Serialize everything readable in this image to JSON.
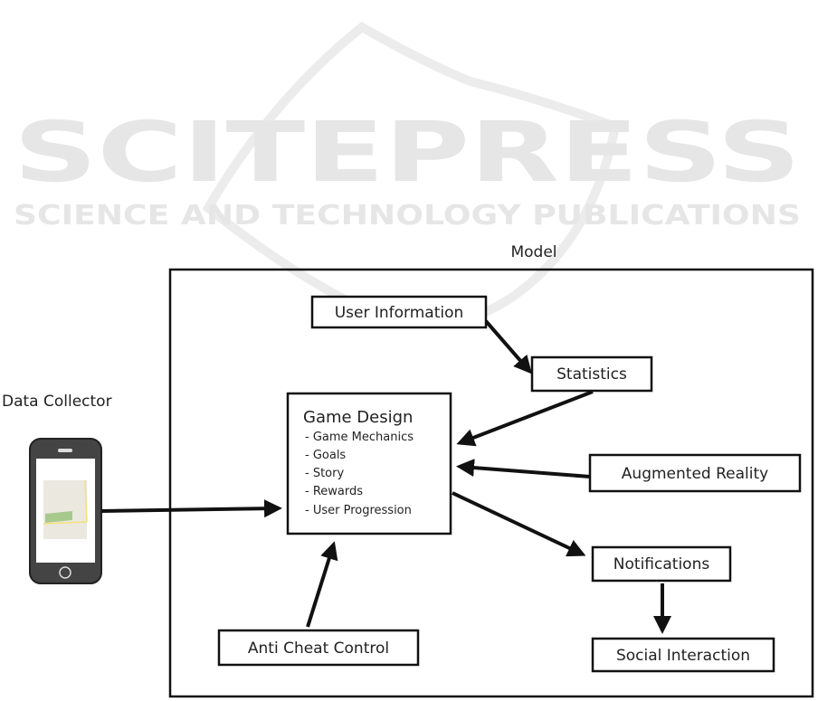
{
  "watermark": {
    "title": "SCITEPRESS",
    "subtitle": "SCIENCE AND TECHNOLOGY PUBLICATIONS"
  },
  "model_label": "Model",
  "data_collector_label": "Data Collector",
  "nodes": {
    "user_information": "User Information",
    "statistics": "Statistics",
    "game_design": {
      "title": "Game Design",
      "items": [
        "- Game Mechanics",
        "- Goals",
        "- Story",
        "- Rewards",
        "- User Progression"
      ]
    },
    "augmented_reality": "Augmented Reality",
    "notifications": "Notifications",
    "social_interaction": "Social Interaction",
    "anti_cheat_control": "Anti Cheat Control"
  }
}
